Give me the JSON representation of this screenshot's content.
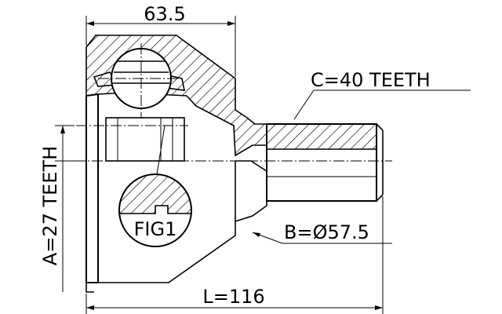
{
  "dimensions": {
    "top_length": "63.5",
    "total_length": "L=116",
    "outer_teeth": "C=40 TEETH",
    "inner_teeth": "A=27 TEETH",
    "diameter": "B=Ø57.5"
  },
  "callout": {
    "label": "FIG1"
  }
}
